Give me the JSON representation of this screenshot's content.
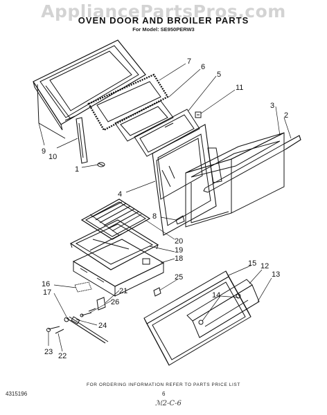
{
  "watermark": "AppliancePartsPros.com",
  "title": "OVEN DOOR AND BROILER PARTS",
  "model_line": "For Model: SE950PERW3",
  "footer_note": "FOR ORDERING INFORMATION REFER TO PARTS PRICE LIST",
  "document_number": "4315196",
  "page_number": "6",
  "handwritten_note": "ℳ2-C-6",
  "callouts": [
    "1",
    "2",
    "3",
    "4",
    "5",
    "6",
    "7",
    "8",
    "9",
    "10",
    "11",
    "12",
    "13",
    "14",
    "15",
    "16",
    "17",
    "18",
    "19",
    "20",
    "21",
    "22",
    "23",
    "24",
    "25",
    "26"
  ]
}
